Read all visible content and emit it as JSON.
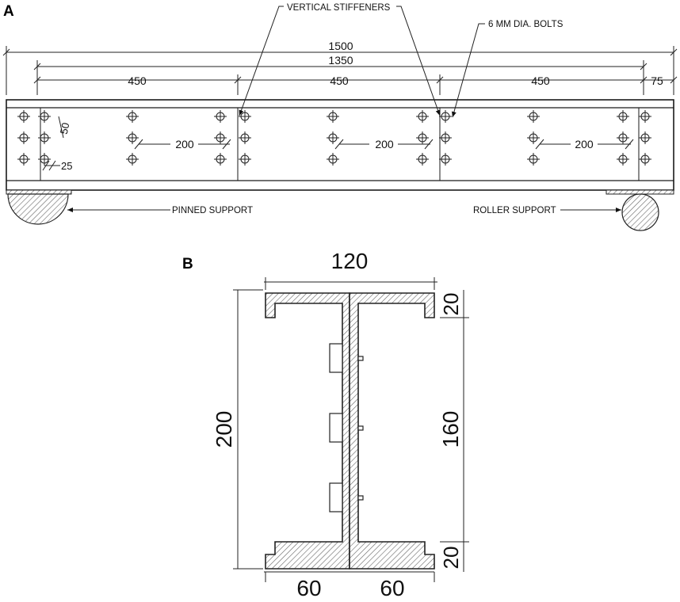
{
  "panel_a": {
    "letter": "A",
    "dims": {
      "total": "1500",
      "span": "1350",
      "bay1": "450",
      "bay2": "450",
      "bay3": "450",
      "overhang": "75",
      "bolt_spacing_1": "200",
      "bolt_spacing_2": "200",
      "bolt_spacing_3": "200",
      "vertical_pitch": "50",
      "edge_distance": "25"
    },
    "labels": {
      "stiffeners": "VERTICAL STIFFENERS",
      "bolts": "6 MM DIA. BOLTS",
      "pinned": "PINNED SUPPORT",
      "roller": "ROLLER SUPPORT"
    }
  },
  "panel_b": {
    "letter": "B",
    "dims": {
      "width": "120",
      "height": "200",
      "top_flange": "20",
      "web": "160",
      "bottom_flange": "20",
      "left_half": "60",
      "right_half": "60"
    }
  },
  "colors": {
    "line": "#1a1a1a",
    "hatch": "#555555",
    "background": "#ffffff"
  }
}
